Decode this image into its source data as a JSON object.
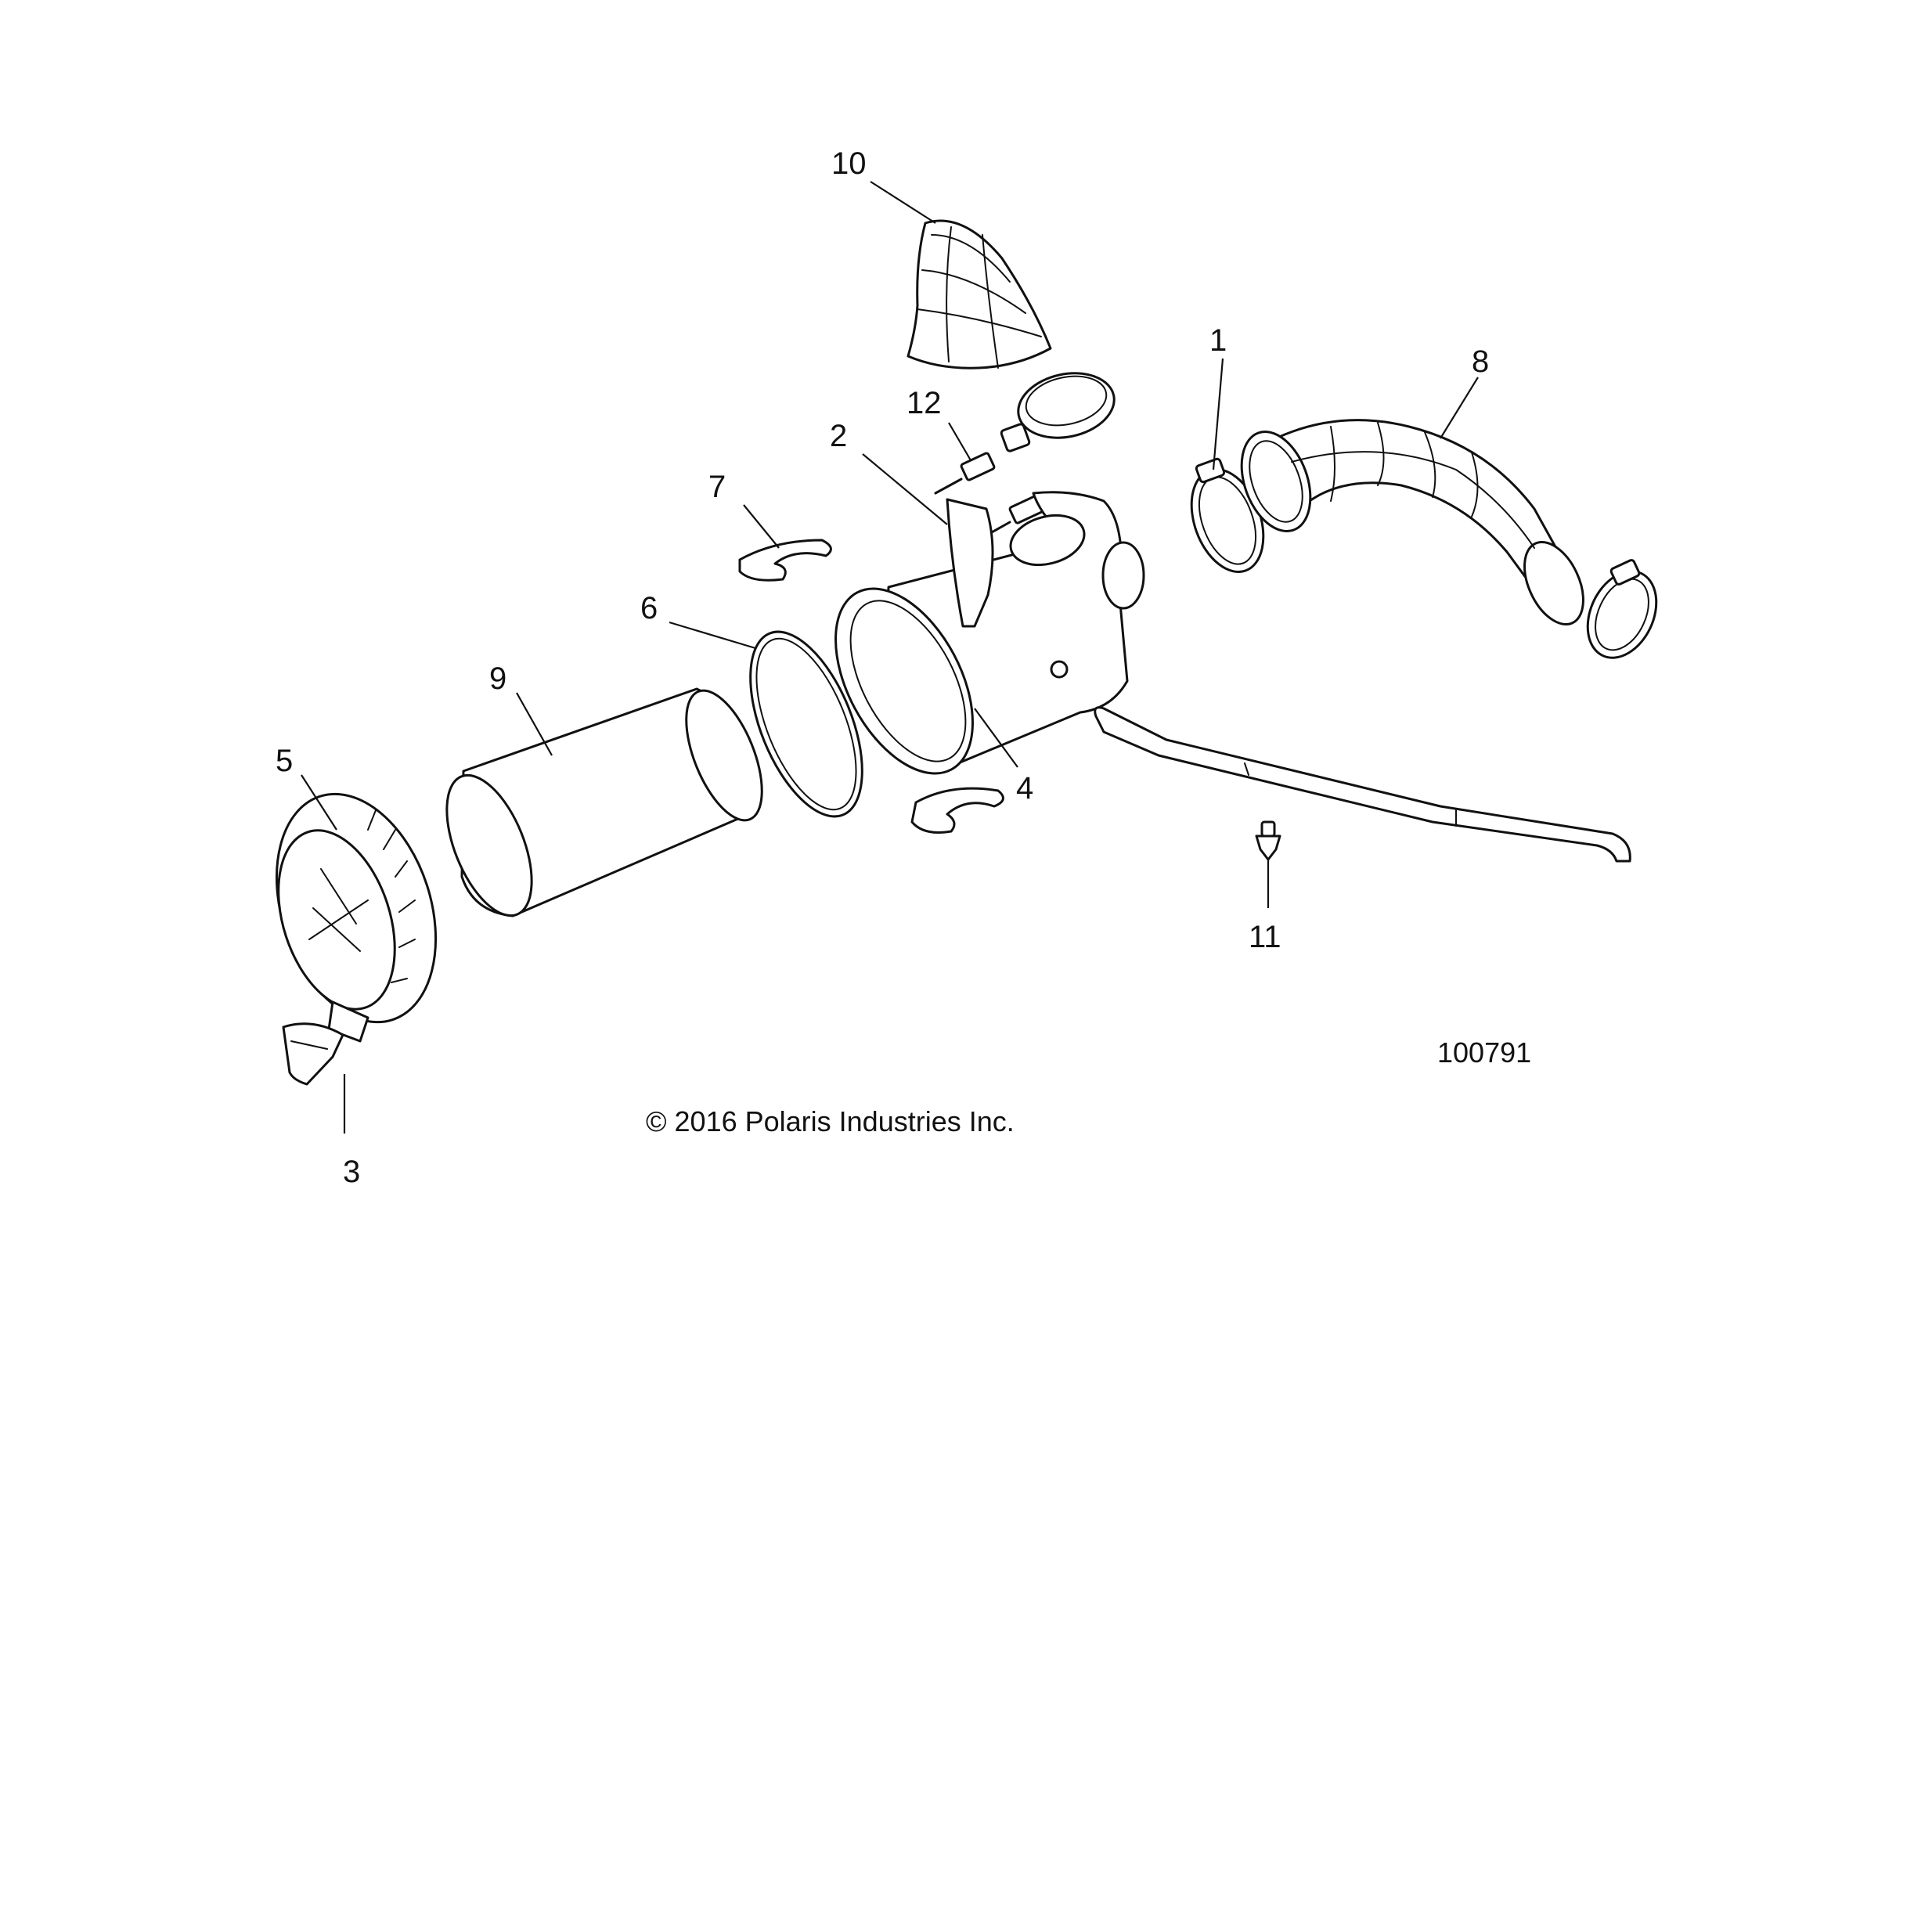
{
  "callouts": {
    "c1": "1",
    "c2": "2",
    "c3": "3",
    "c4": "4",
    "c5": "5",
    "c6": "6",
    "c7": "7",
    "c8": "8",
    "c9": "9",
    "c10": "10",
    "c11": "11",
    "c12": "12"
  },
  "figure_number": "100791",
  "copyright": "© 2016 Polaris Industries Inc."
}
